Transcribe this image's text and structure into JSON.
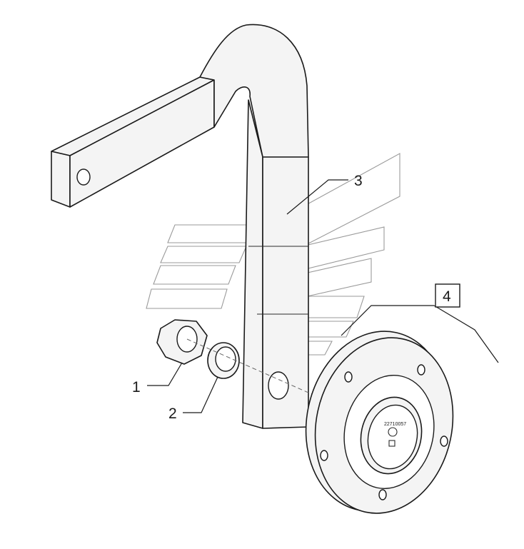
{
  "diagram": {
    "callouts": [
      {
        "id": "1",
        "label": "1"
      },
      {
        "id": "2",
        "label": "2"
      },
      {
        "id": "3",
        "label": "3"
      },
      {
        "id": "4",
        "label": "4"
      }
    ],
    "hub_text": "22710057"
  },
  "colors": {
    "line": "#1a1a1a",
    "fill": "#f4f4f4",
    "ghost_line": "#9a9a9a"
  }
}
